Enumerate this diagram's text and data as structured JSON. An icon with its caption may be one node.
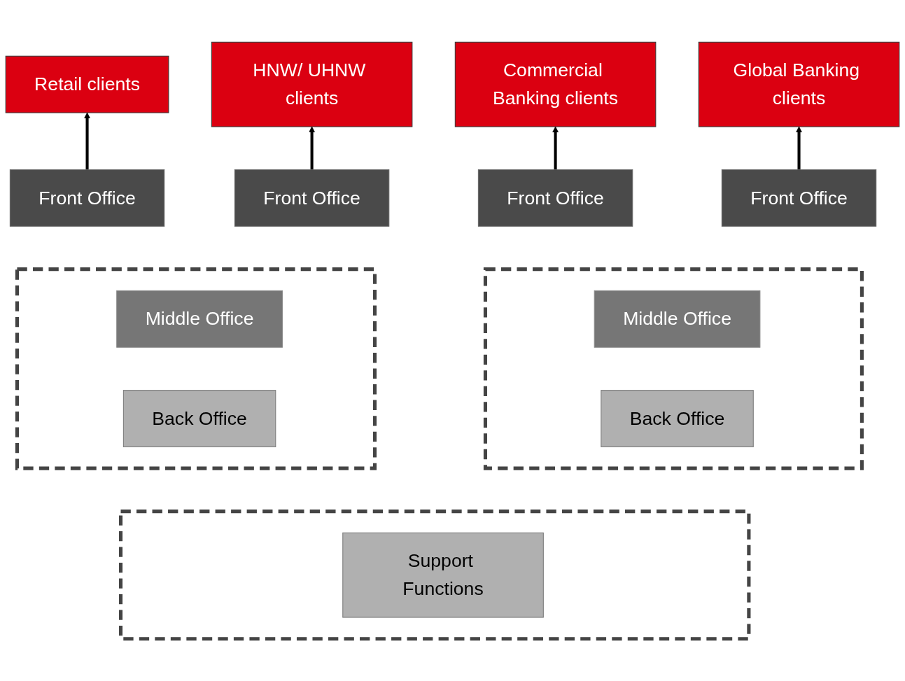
{
  "diagram": {
    "nodes": [
      {
        "text": [
          "Retail clients"
        ]
      },
      {
        "text": [
          "HNW/ UHNW clients"
        ]
      },
      {
        "text": [
          "Commercial Banking clients"
        ]
      },
      {
        "text": [
          "Global Banking clients"
        ]
      },
      {
        "text": [
          "Front Office"
        ]
      },
      {
        "text": [
          "Front Office"
        ]
      },
      {
        "text": [
          "Front Office"
        ]
      },
      {
        "text": [
          "Front Office"
        ]
      },
      {
        "text": [],
        "shape": "box"
      },
      {
        "text": [
          "Middle Office"
        ],
        "in": 8
      },
      {
        "text": [
          "Back Office"
        ],
        "in": 8
      },
      {
        "text": [],
        "shape": "box"
      },
      {
        "text": [
          "Middle Office"
        ],
        "in": 11
      },
      {
        "text": [
          "Back Office"
        ],
        "in": 11
      },
      {
        "text": [],
        "shape": "box"
      },
      {
        "text": [
          "Support Functions"
        ],
        "in": 14
      }
    ],
    "edges": [
      {
        "from": 4,
        "to": 0,
        "arrow": "to"
      },
      {
        "from": 5,
        "to": 1,
        "arrow": "to"
      },
      {
        "from": 6,
        "to": 2,
        "arrow": "to"
      },
      {
        "from": 7,
        "to": 3,
        "arrow": "to"
      }
    ]
  }
}
